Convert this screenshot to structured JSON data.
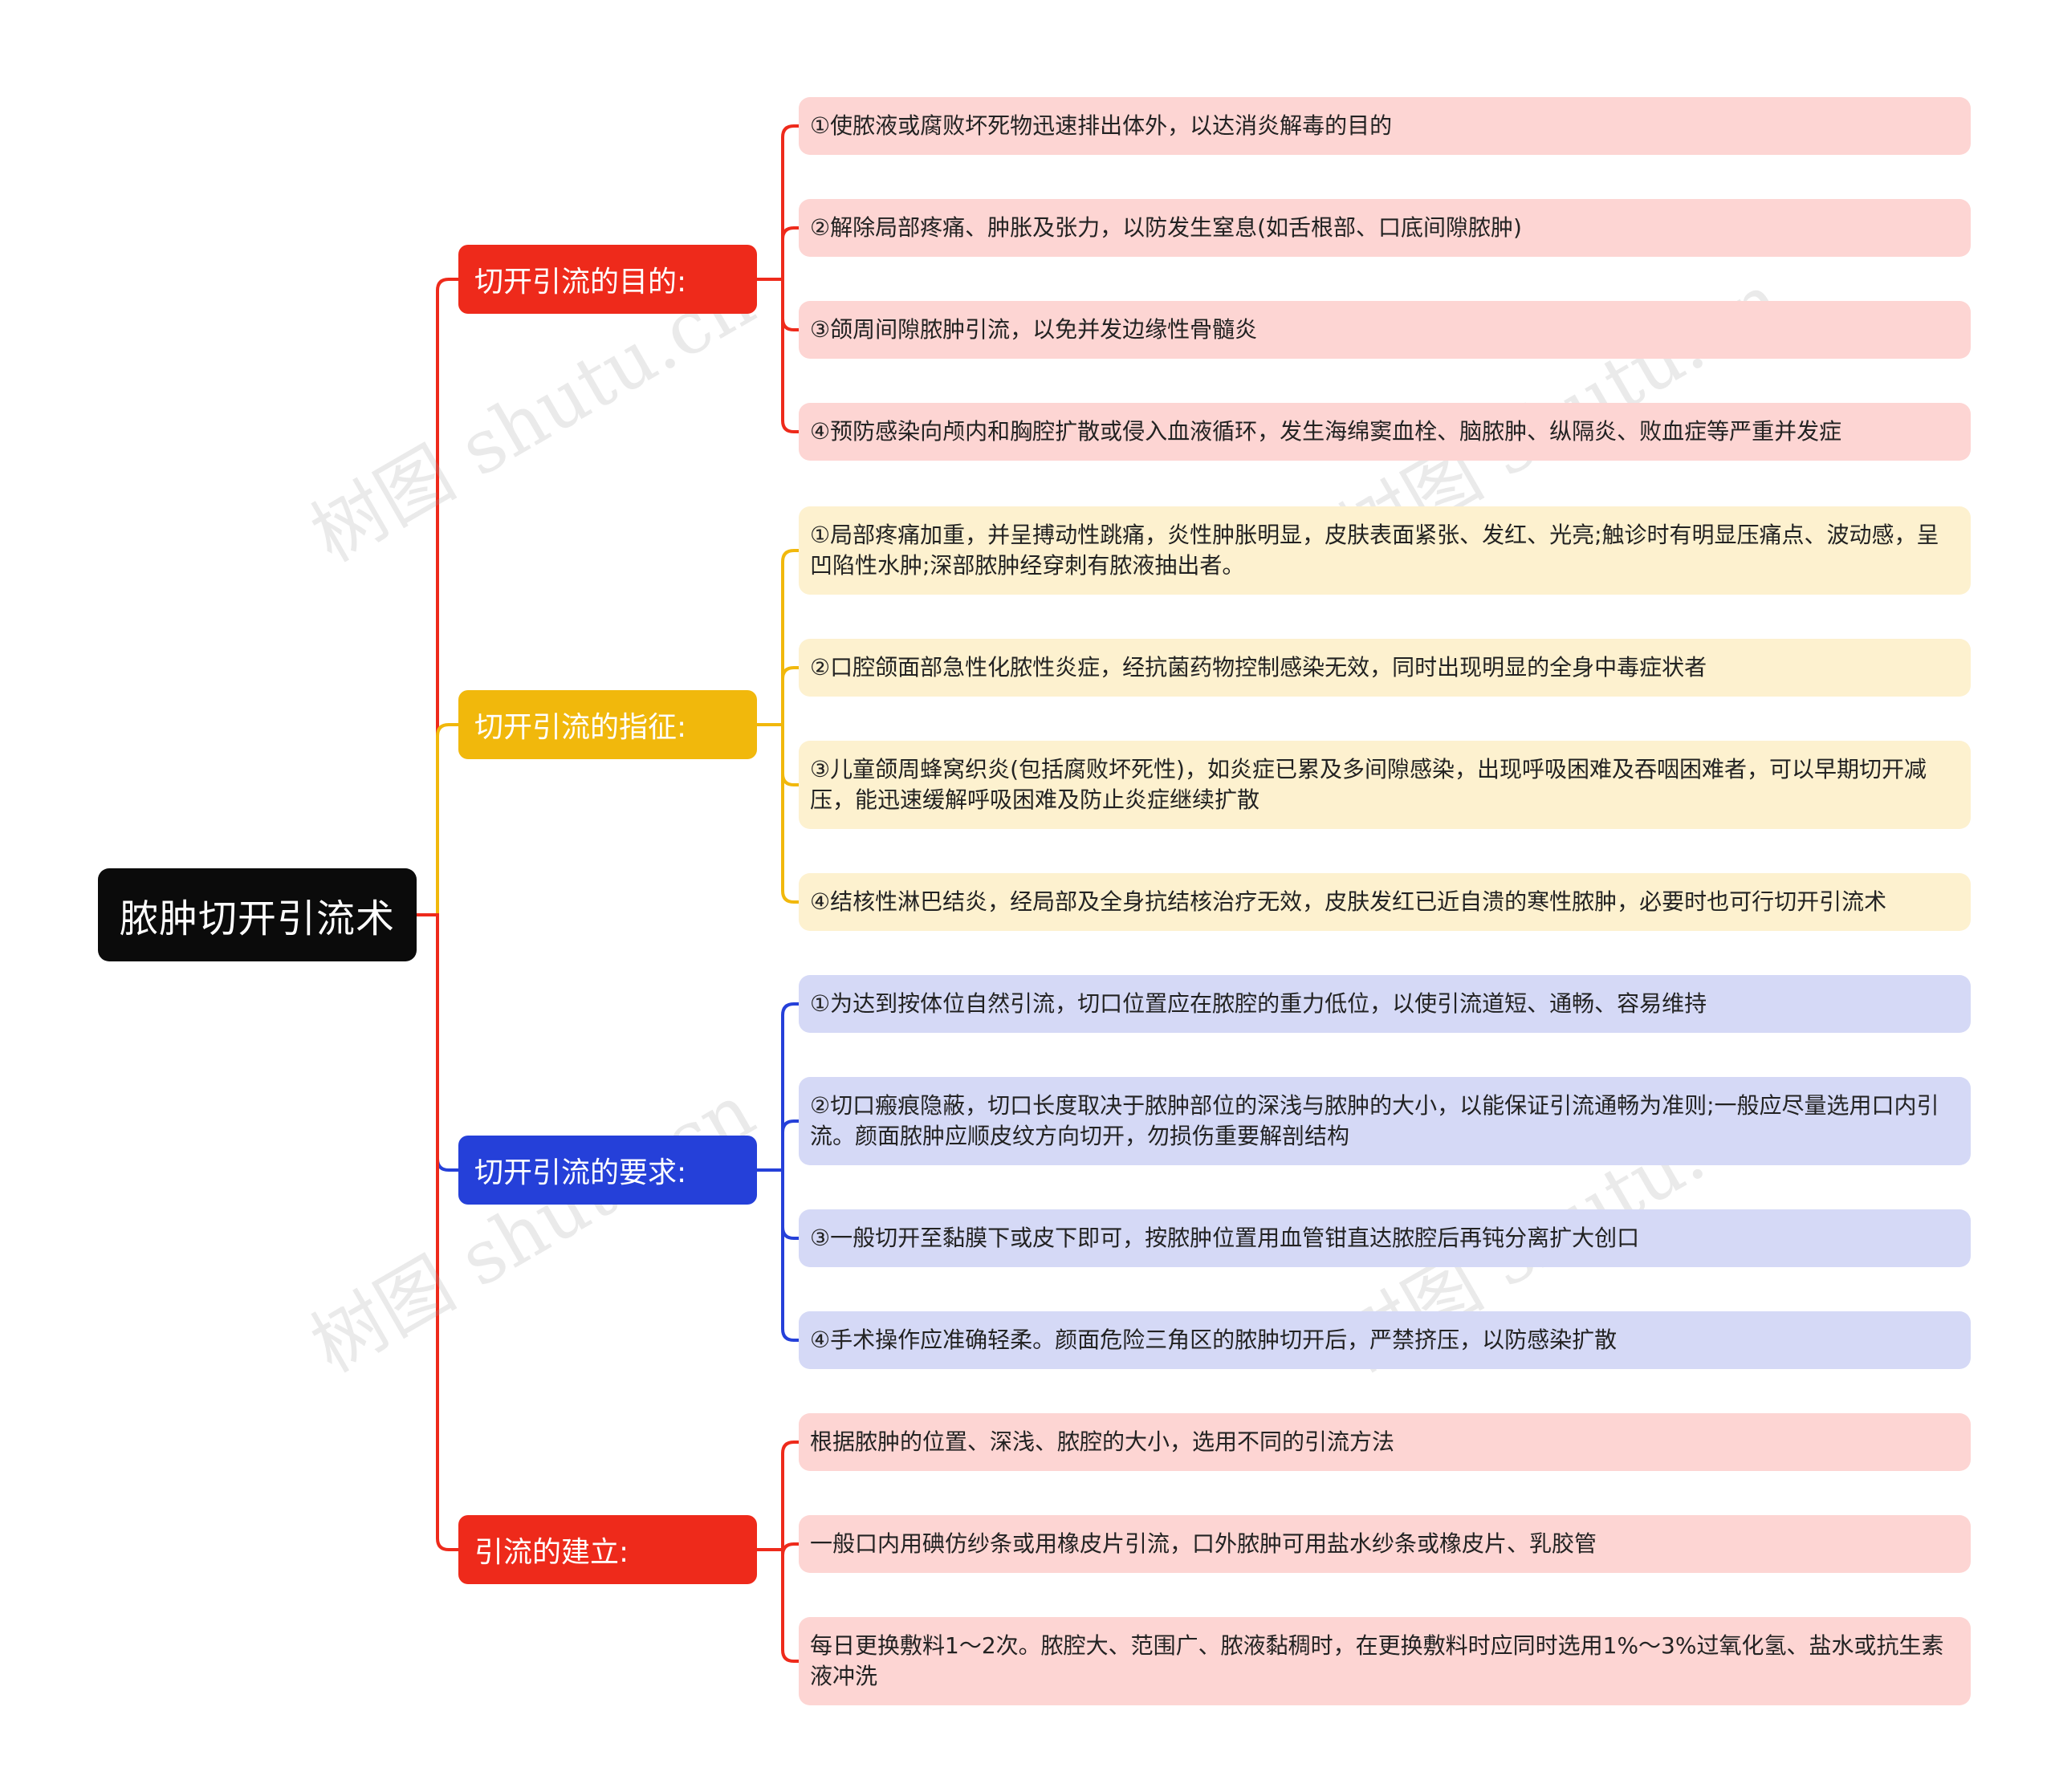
{
  "root": {
    "label": "脓肿切开引流术"
  },
  "colors": {
    "root": "#0b0b0b",
    "red": "#ee2a1b",
    "yellow": "#f1b80c",
    "blue": "#2540d9",
    "leaf_red": "#fdd5d3",
    "leaf_yellow": "#fdf1cf",
    "leaf_blue": "#d5d9f6"
  },
  "watermark": "树图 shutu.cn",
  "branches": [
    {
      "label": "切开引流的目的:",
      "color": "red",
      "items": [
        "①使脓液或腐败坏死物迅速排出体外，以达消炎解毒的目的",
        "②解除局部疼痛、肿胀及张力，以防发生窒息(如舌根部、口底间隙脓肿)",
        "③颌周间隙脓肿引流，以免并发边缘性骨髓炎",
        "④预防感染向颅内和胸腔扩散或侵入血液循环，发生海绵窦血栓、脑脓肿、纵隔炎、败血症等严重并发症"
      ]
    },
    {
      "label": "切开引流的指征:",
      "color": "yellow",
      "items": [
        "①局部疼痛加重，并呈搏动性跳痛，炎性肿胀明显，皮肤表面紧张、发红、光亮;触诊时有明显压痛点、波动感，呈凹陷性水肿;深部脓肿经穿刺有脓液抽出者。",
        "②口腔颌面部急性化脓性炎症，经抗菌药物控制感染无效，同时出现明显的全身中毒症状者",
        "③儿童颌周蜂窝织炎(包括腐败坏死性)，如炎症已累及多间隙感染，出现呼吸困难及吞咽困难者，可以早期切开减压，能迅速缓解呼吸困难及防止炎症继续扩散",
        "④结核性淋巴结炎，经局部及全身抗结核治疗无效，皮肤发红已近自溃的寒性脓肿，必要时也可行切开引流术"
      ]
    },
    {
      "label": "切开引流的要求:",
      "color": "blue",
      "items": [
        "①为达到按体位自然引流，切口位置应在脓腔的重力低位，以使引流道短、通畅、容易维持",
        "②切口瘢痕隐蔽，切口长度取决于脓肿部位的深浅与脓肿的大小，以能保证引流通畅为准则;一般应尽量选用口内引流。颜面脓肿应顺皮纹方向切开，勿损伤重要解剖结构",
        "③一般切开至黏膜下或皮下即可，按脓肿位置用血管钳直达脓腔后再钝分离扩大创口",
        "④手术操作应准确轻柔。颜面危险三角区的脓肿切开后，严禁挤压，以防感染扩散"
      ]
    },
    {
      "label": "引流的建立:",
      "color": "red",
      "items": [
        "根据脓肿的位置、深浅、脓腔的大小，选用不同的引流方法",
        "一般口内用碘仿纱条或用橡皮片引流，口外脓肿可用盐水纱条或橡皮片、乳胶管",
        "每日更换敷料1～2次。脓腔大、范围广、脓液黏稠时，在更换敷料时应同时选用1%～3%过氧化氢、盐水或抗生素液冲洗"
      ]
    }
  ]
}
